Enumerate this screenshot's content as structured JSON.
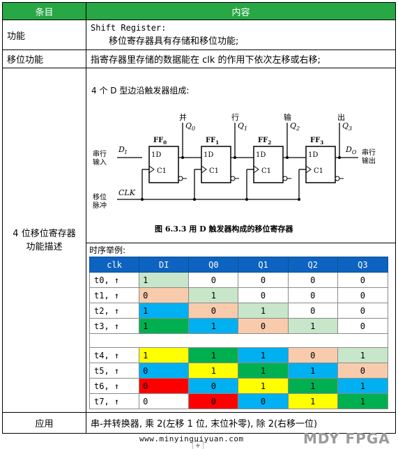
{
  "header": {
    "col1": "条目",
    "col2": "内容"
  },
  "rows": {
    "func": {
      "label": "功能",
      "line1": "Shift Register:",
      "line2": "移位寄存器具有存储和移位功能;"
    },
    "shift": {
      "label": "移位功能",
      "text": "指寄存器里存储的数据能在 clk 的作用下依次左移或右移;"
    },
    "desc": {
      "label_line1": "4 位移位寄存器",
      "label_line2": "功能描述",
      "figure_intro": "4 个 D 型边沿触发器组成:",
      "figure": {
        "caption": "图 6.3.3   用 D 触发器构成的移位寄存器",
        "labels": {
          "serial_in1": "串行",
          "serial_in2": "输入",
          "shift_pulse1": "移位",
          "shift_pulse2": "脉冲",
          "serial_out1": "串行",
          "serial_out2": "输出",
          "din": "D",
          "din_sub": "I",
          "dout": "D",
          "dout_sub": "O",
          "clk": "CLK",
          "top1": "并",
          "top2": "行",
          "top3": "输",
          "top4": "出"
        },
        "flipflops": [
          {
            "name": "FF",
            "sub": "0",
            "q": "Q",
            "qsub": "0"
          },
          {
            "name": "FF",
            "sub": "1",
            "q": "Q",
            "qsub": "1"
          },
          {
            "name": "FF",
            "sub": "2",
            "q": "Q",
            "qsub": "2"
          },
          {
            "name": "FF",
            "sub": "3",
            "q": "Q",
            "qsub": "3"
          }
        ],
        "ff_in_d": "1D",
        "ff_in_c": "C1"
      },
      "timing_title": "时序举例:",
      "timing": {
        "headers": [
          "clk",
          "DI",
          "Q0",
          "Q1",
          "Q2",
          "Q3"
        ],
        "rows": [
          {
            "t": "t0,",
            "v": [
              "1",
              "0",
              "0",
              "0",
              "0"
            ],
            "c": [
              "#c8e6c9",
              "",
              "",
              "",
              ""
            ]
          },
          {
            "t": "t1,",
            "v": [
              "0",
              "1",
              "0",
              "0",
              "0"
            ],
            "c": [
              "#f8cbad",
              "#c8e6c9",
              "",
              "",
              ""
            ]
          },
          {
            "t": "t2,",
            "v": [
              "1",
              "0",
              "1",
              "0",
              "0"
            ],
            "c": [
              "#00b0f0",
              "#f8cbad",
              "#c8e6c9",
              "",
              ""
            ]
          },
          {
            "t": "t3,",
            "v": [
              "1",
              "1",
              "0",
              "1",
              "0"
            ],
            "c": [
              "#00b050",
              "#00b0f0",
              "#f8cbad",
              "#c8e6c9",
              ""
            ]
          }
        ],
        "rows2": [
          {
            "t": "t4,",
            "v": [
              "1",
              "1",
              "1",
              "0",
              "1"
            ],
            "c": [
              "#ffff00",
              "#00b050",
              "#00b0f0",
              "#f8cbad",
              "#c8e6c9"
            ]
          },
          {
            "t": "t5,",
            "v": [
              "0",
              "1",
              "1",
              "1",
              "0"
            ],
            "c": [
              "#00b0f0",
              "#ffff00",
              "#00b050",
              "#00b0f0",
              "#f8cbad"
            ]
          },
          {
            "t": "t6,",
            "v": [
              "0",
              "0",
              "1",
              "1",
              "1"
            ],
            "c": [
              "#ff0000",
              "#00b0f0",
              "#ffff00",
              "#00b050",
              "#00b0f0"
            ]
          },
          {
            "t": "t7,",
            "v": [
              "0",
              "0",
              "0",
              "1",
              "1"
            ],
            "c": [
              "",
              "#ff0000",
              "#00b0f0",
              "#ffff00",
              "#00b050"
            ]
          }
        ]
      }
    },
    "app": {
      "label": "应用",
      "text": "串-并转换器, 乘 2(左移 1 位, 末位补零), 除 2(右移一位)"
    }
  },
  "watermark": {
    "url": "www.minyinguiyuan.com",
    "brand": "MDY FPGA"
  },
  "arrow_glyph": "↑",
  "plus_glyph": "+"
}
